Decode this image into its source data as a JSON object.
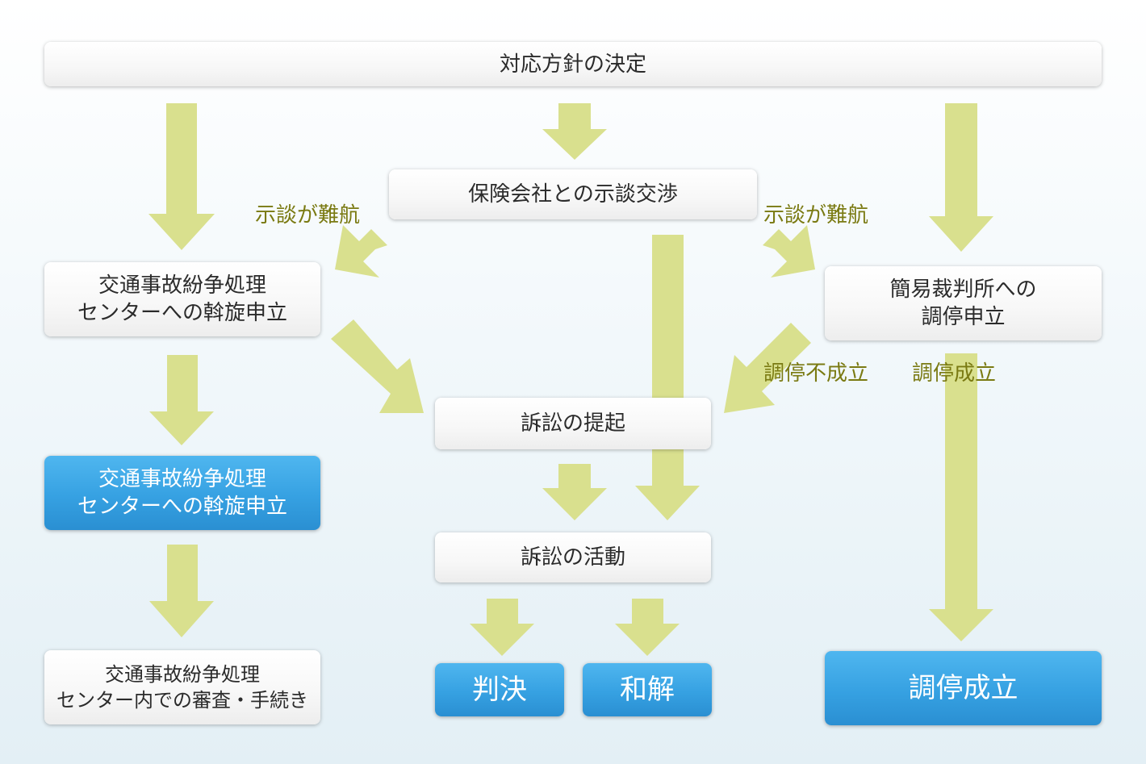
{
  "boxes": {
    "policy": {
      "label": "対応方針の決定"
    },
    "negotiation": {
      "label": "保険会社との示談交渉"
    },
    "center_apply": {
      "line1": "交通事故紛争処理",
      "line2": "センターへの斡旋申立"
    },
    "center_apply_active": {
      "line1": "交通事故紛争処理",
      "line2": "センターへの斡旋申立"
    },
    "center_review": {
      "line1": "交通事故紛争処理",
      "line2": "センター内での審査・手続き"
    },
    "summary_court": {
      "line1": "簡易裁判所への",
      "line2": "調停申立"
    },
    "lawsuit_filing": {
      "label": "訴訟の提起"
    },
    "lawsuit_activity": {
      "label": "訴訟の活動"
    },
    "judgment": {
      "label": "判決"
    },
    "settlement": {
      "label": "和解"
    },
    "mediation_success": {
      "label": "調停成立"
    }
  },
  "labels": {
    "difficult_left": "示談が難航",
    "difficult_right": "示談が難航",
    "mediation_failed": "調停不成立",
    "mediation_succeeded": "調停成立"
  },
  "colors": {
    "arrow": "#d9e08e",
    "label_text": "#7a7a12",
    "highlight_box": "#36a1e2"
  }
}
